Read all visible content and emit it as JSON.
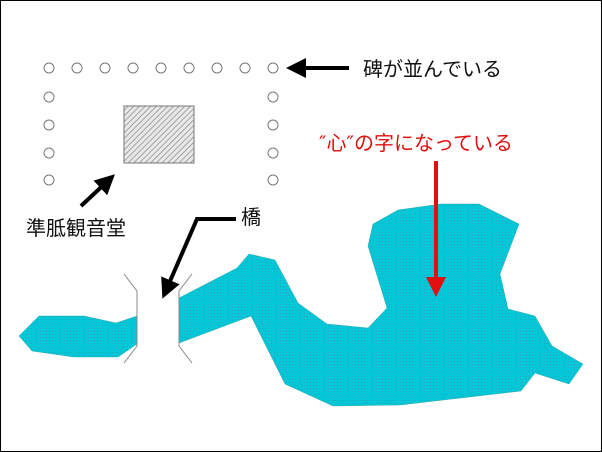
{
  "labels": {
    "monuments": "碑が並んでいる",
    "heart_shape": "″心″の字になっている",
    "temple": "準胝観音堂",
    "bridge": "橋"
  },
  "colors": {
    "pond": "#00c8d8",
    "heart_label": "#e01010",
    "arrow": "#000000"
  }
}
